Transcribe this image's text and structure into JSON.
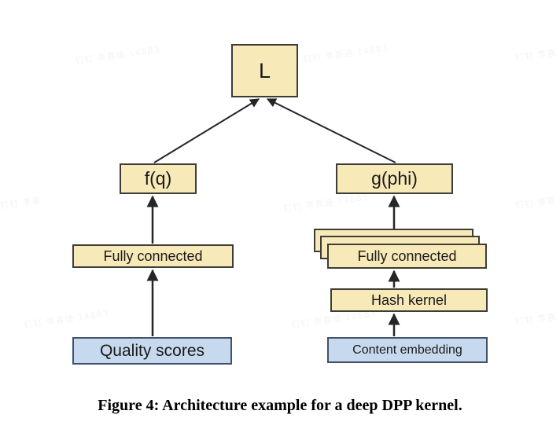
{
  "figure": {
    "caption": "Figure 4: Architecture example for a deep DPP kernel.",
    "colors": {
      "node_yellow_fill": "#f7e9b8",
      "node_blue_fill": "#c7d9ee",
      "node_border": "#3d3d35",
      "node_blue_border": "#41506b",
      "connector": "#262626",
      "background": "#ffffff",
      "watermark": "#f4f4f4"
    }
  },
  "nodes": {
    "kernel_output": "L",
    "quality_function": "f(q)",
    "feature_function": "g(phi)",
    "fully_connected_left": "Fully connected",
    "fully_connected_right": "Fully connected",
    "hash_kernel": "Hash kernel",
    "quality_scores": "Quality scores",
    "content_embedding": "Content embedding"
  },
  "watermarks": {
    "text": "钉钉 李喜迪 14683",
    "short": "钉钉 李喜"
  }
}
